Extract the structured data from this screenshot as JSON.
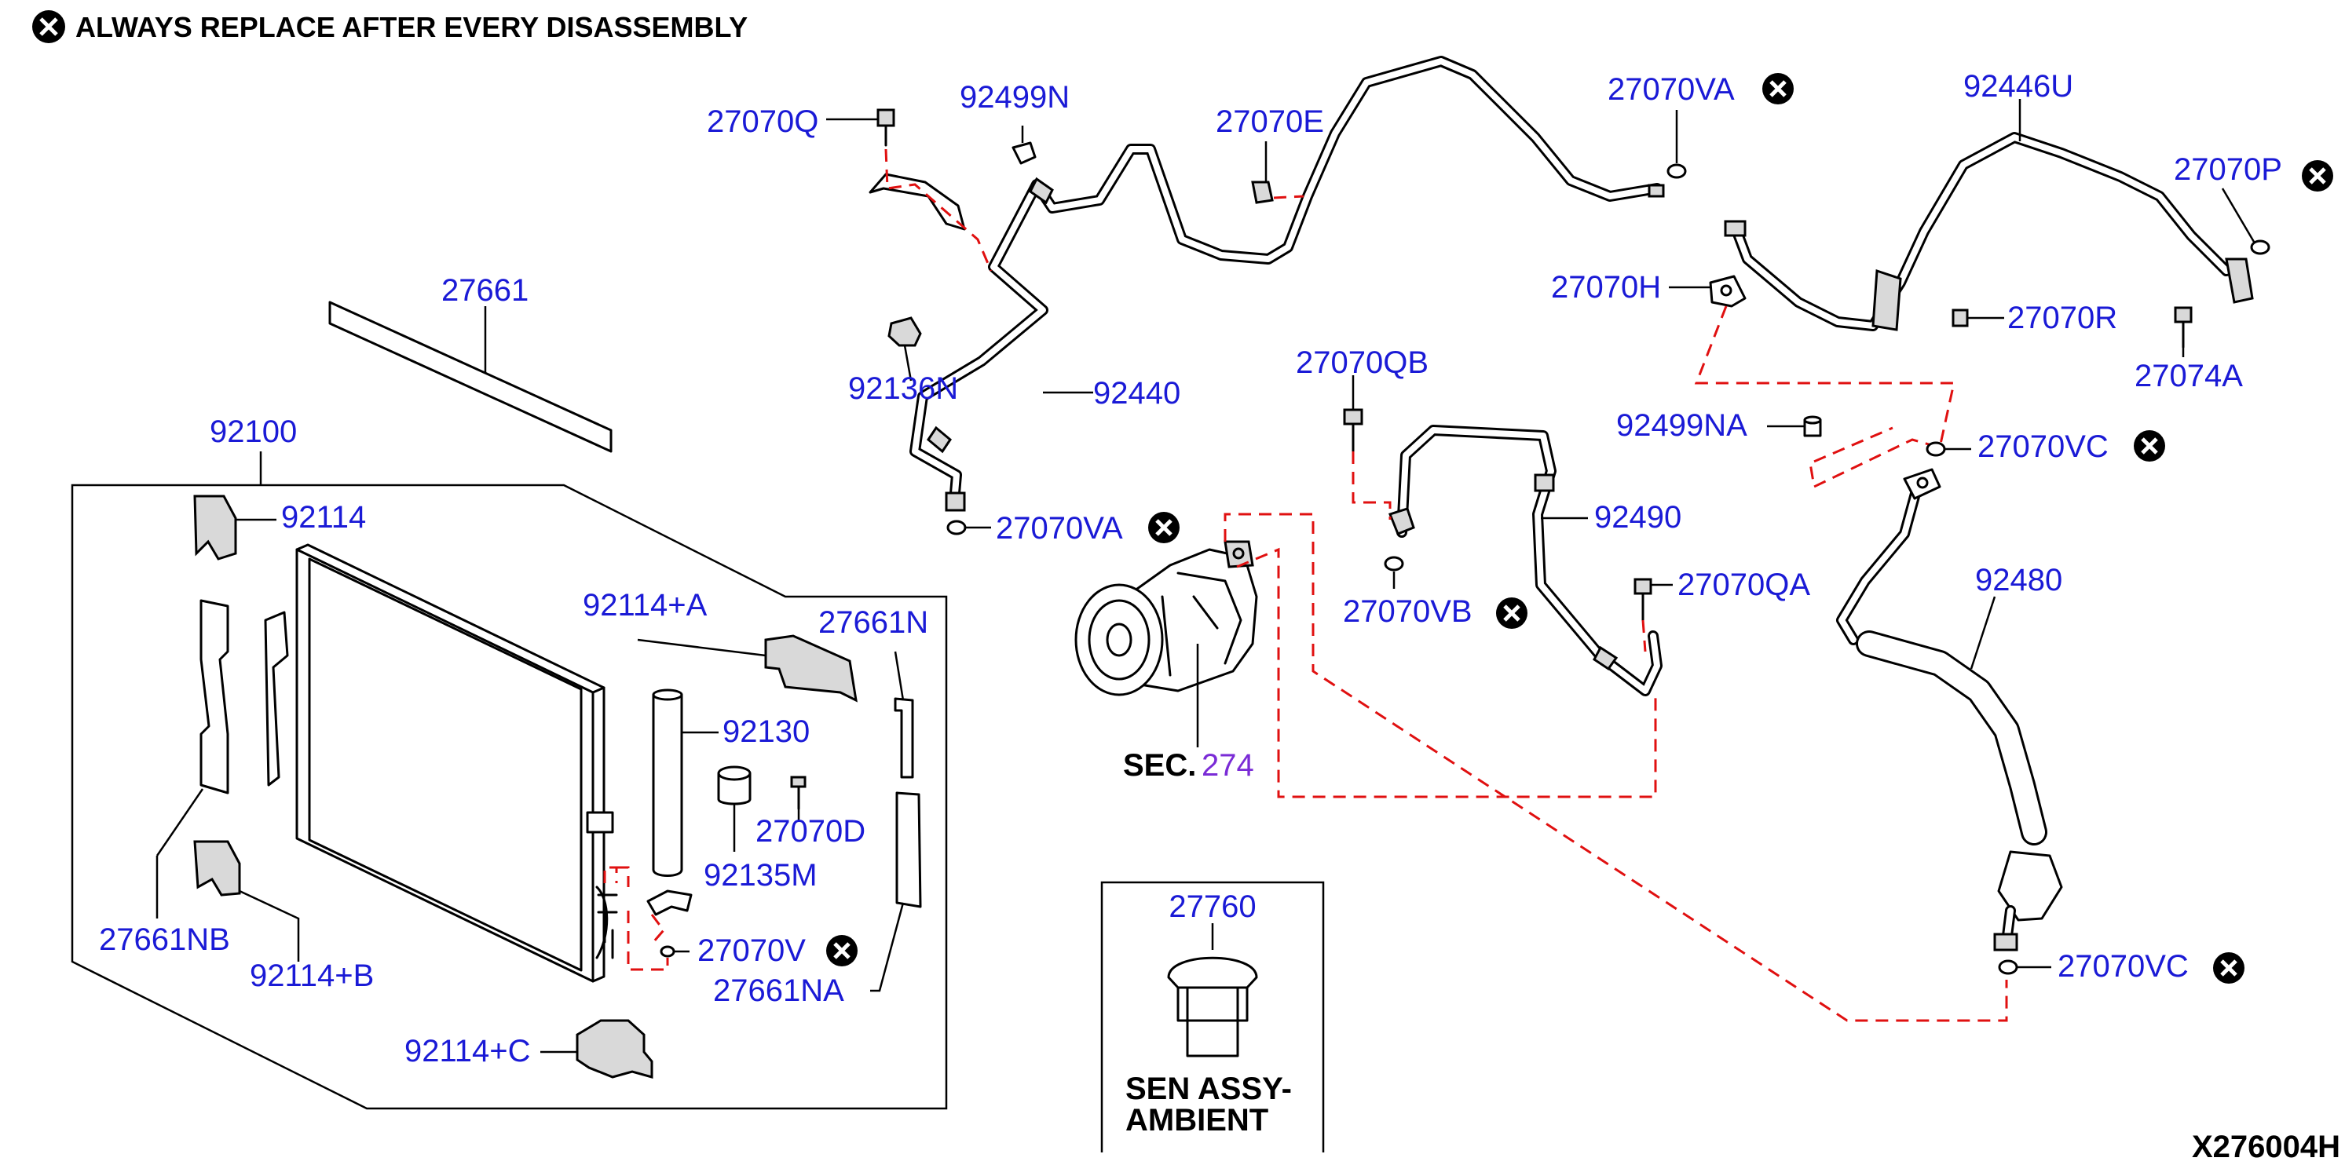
{
  "header": {
    "note": "ALWAYS REPLACE AFTER EVERY DISASSEMBLY"
  },
  "diagram_id": "X276004H",
  "sec_ref": {
    "prefix": "SEC.",
    "number": "274"
  },
  "sensor_box": {
    "part": "27760",
    "name_line1": "SEN ASSY-",
    "name_line2": "AMBIENT"
  },
  "labels": {
    "p27070Q": "27070Q",
    "p92499N": "92499N",
    "p27070E": "27070E",
    "p27070VA_top": "27070VA",
    "p92446U": "92446U",
    "p27070P": "27070P",
    "p27070H": "27070H",
    "p27070R": "27070R",
    "p27074A": "27074A",
    "p27661": "27661",
    "p92136N": "92136N",
    "p92440": "92440",
    "p27070QB": "27070QB",
    "p92499NA": "92499NA",
    "p27070VC_top": "27070VC",
    "p92100": "92100",
    "p27070VA_mid": "27070VA",
    "p92490": "92490",
    "p92114": "92114",
    "p27070QA": "27070QA",
    "p92480": "92480",
    "p27070VB": "27070VB",
    "p92114A": "92114+A",
    "p27661N": "27661N",
    "p92130": "92130",
    "p27070D": "27070D",
    "p92135M": "92135M",
    "p27661NB": "27661NB",
    "p27070V": "27070V",
    "p92114B": "92114+B",
    "p27661NA": "27661NA",
    "p27070VC_bot": "27070VC",
    "p92114C": "92114+C"
  },
  "colors": {
    "label": "#1a1ad6",
    "dash": "#e01010",
    "sec_number": "#7a2bd6"
  }
}
